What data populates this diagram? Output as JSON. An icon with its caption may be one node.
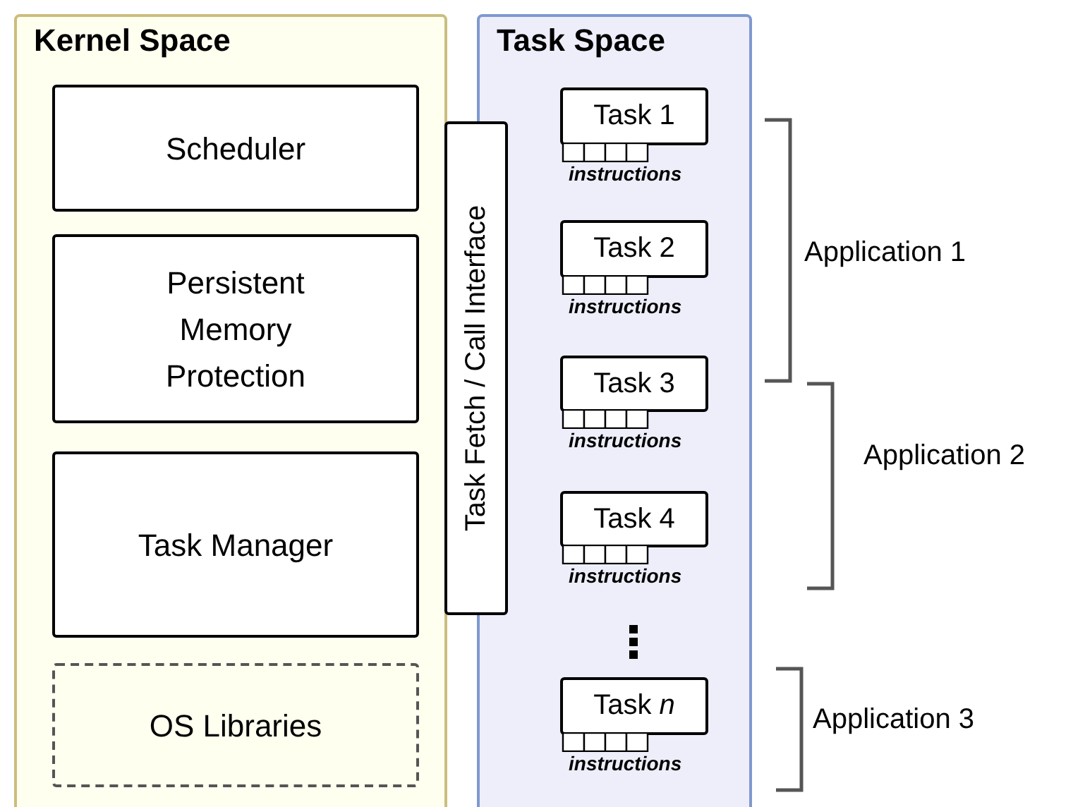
{
  "diagram": {
    "nodes": [
      {
        "text": [
          "Kernel Space"
        ]
      },
      {
        "text": [
          "Scheduler"
        ],
        "in": 0
      },
      {
        "text": [
          "Persistent Memory Protection"
        ],
        "in": 0
      },
      {
        "text": [
          "Task Manager"
        ],
        "in": 0
      },
      {
        "text": [
          "OS Libraries"
        ],
        "in": 0
      },
      {
        "text": [
          "Task Space"
        ]
      },
      {
        "text": [
          "Task Fetch / Call Interface"
        ]
      },
      {
        "text": [
          "Task 1"
        ],
        "in": 5,
        "beside": [
          "instructions"
        ]
      },
      {
        "text": [
          "Task 2"
        ],
        "in": 5,
        "beside": [
          "instructions"
        ]
      },
      {
        "text": [
          "Task 3"
        ],
        "in": 5,
        "beside": [
          "instructions"
        ]
      },
      {
        "text": [
          "Task 4"
        ],
        "in": 5,
        "beside": [
          "instructions"
        ]
      },
      {
        "text": [
          "Task *n*"
        ],
        "in": 5,
        "beside": [
          "instructions"
        ]
      }
    ],
    "labels": [
      "Application 1",
      "Application 2",
      "Application 3"
    ]
  }
}
